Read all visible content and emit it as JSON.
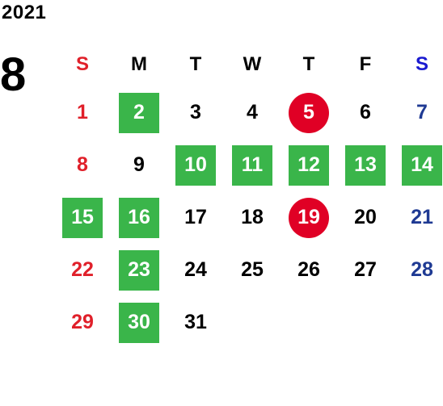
{
  "calendar": {
    "year": "2021",
    "month": "8",
    "weekdays": [
      "S",
      "M",
      "T",
      "W",
      "T",
      "F",
      "S"
    ],
    "first_weekday": 0,
    "days_in_month": 31,
    "green_days": [
      2,
      10,
      11,
      12,
      13,
      14,
      15,
      16,
      23,
      30
    ],
    "red_days": [
      5,
      19
    ],
    "colors": {
      "sunday": "#e0202a",
      "saturday_header": "#1a1ad0",
      "saturday": "#1f3a93",
      "green_highlight": "#3ab54a",
      "red_highlight": "#e00025"
    }
  }
}
